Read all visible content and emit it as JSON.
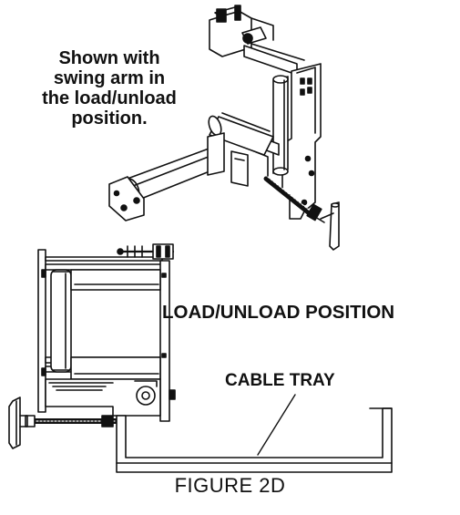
{
  "note": {
    "lines": [
      "Shown with",
      "swing arm in",
      "the load/unload",
      "position."
    ]
  },
  "labels": {
    "position": "LOAD/UNLOAD POSITION",
    "cable_tray": "CABLE TRAY"
  },
  "figure": {
    "title": "FIGURE 2D"
  }
}
